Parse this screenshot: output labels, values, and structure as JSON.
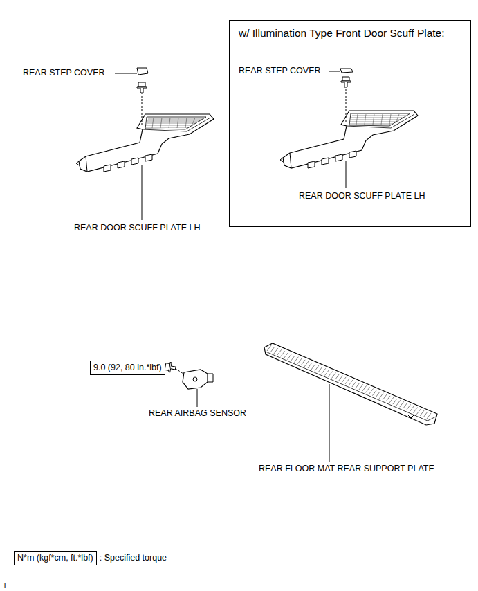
{
  "diagram": {
    "nodes": [
      {
        "text": [
          "w/ Illumination Type Front Door Scuff Plate:"
        ]
      },
      {
        "text": [
          "9.0 (92, 80 in.*lbf)"
        ]
      },
      {
        "text": [
          "N*m (kgf*cm, ft.*lbf)"
        ]
      }
    ],
    "labels": [
      "REAR STEP COVER",
      "REAR DOOR SCUFF PLATE LH",
      "REAR STEP COVER",
      "REAR DOOR SCUFF PLATE LH",
      "REAR AIRBAG SENSOR",
      "REAR FLOOR MAT REAR SUPPORT PLATE",
      ": Specified torque",
      "T"
    ]
  }
}
